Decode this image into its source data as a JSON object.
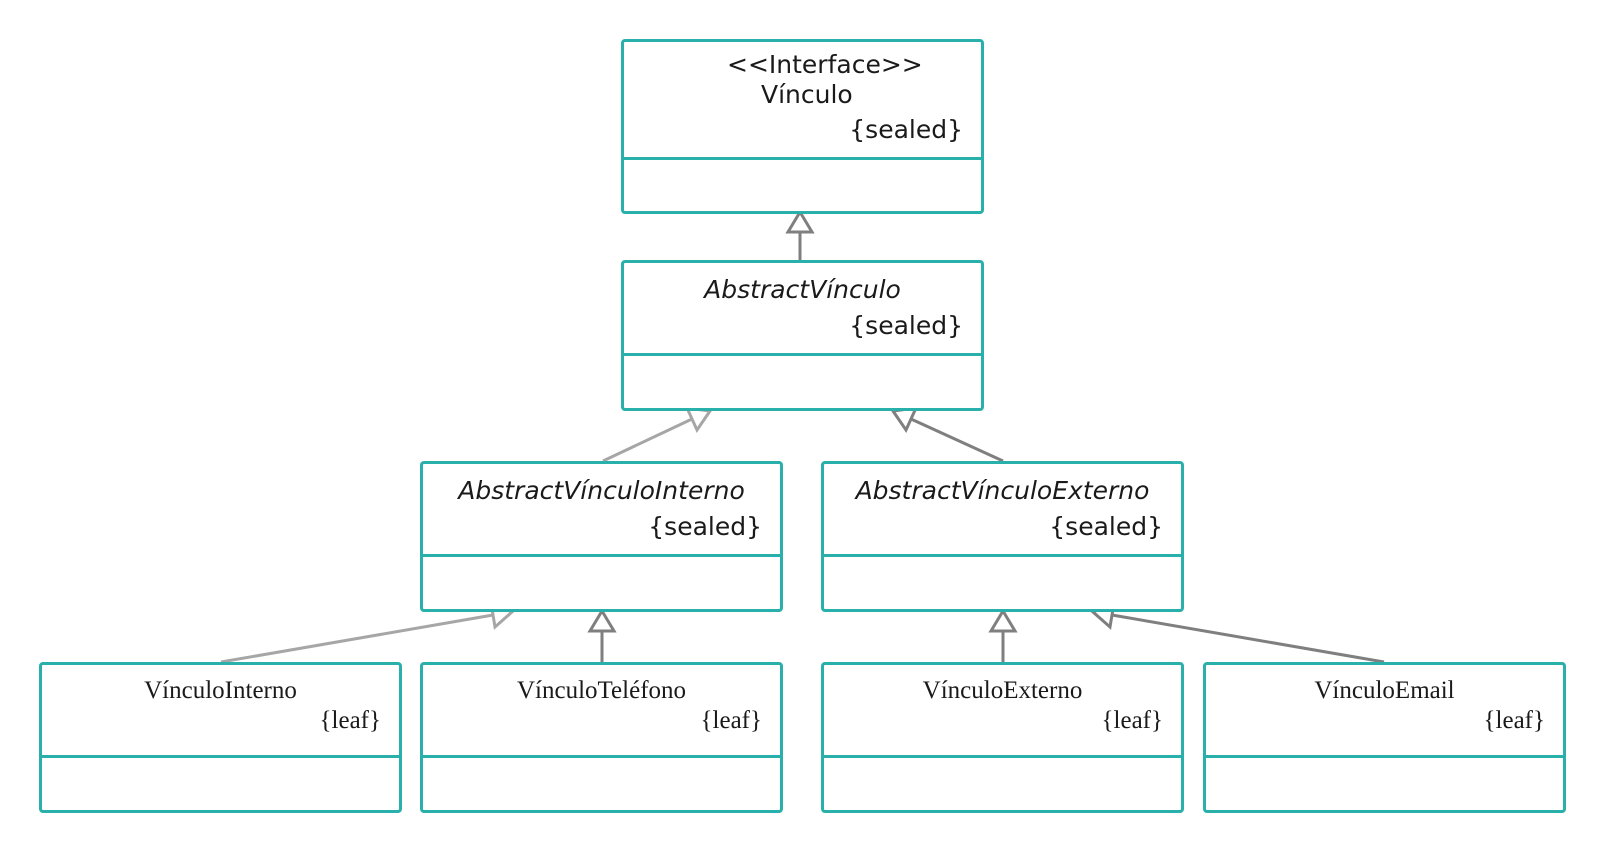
{
  "classes": {
    "vinculo": {
      "stereotype": "<<Interface>>",
      "name": "Vínculo",
      "constraint": "{sealed}"
    },
    "abstract_vinculo": {
      "name": "AbstractVínculo",
      "constraint": "{sealed}"
    },
    "abstract_interno": {
      "name": "AbstractVínculoInterno",
      "constraint": "{sealed}"
    },
    "abstract_externo": {
      "name": "AbstractVínculoExterno",
      "constraint": "{sealed}"
    },
    "vinculo_interno": {
      "name": "VínculoInterno",
      "constraint": "{leaf}"
    },
    "vinculo_telefono": {
      "name": "VínculoTeléfono",
      "constraint": "{leaf}"
    },
    "vinculo_externo": {
      "name": "VínculoExterno",
      "constraint": "{leaf}"
    },
    "vinculo_email": {
      "name": "VínculoEmail",
      "constraint": "{leaf}"
    }
  },
  "colors": {
    "box_border": "#2ab0ab",
    "edge_dark": "#7f7f7f",
    "edge_light": "#a6a6a6"
  }
}
